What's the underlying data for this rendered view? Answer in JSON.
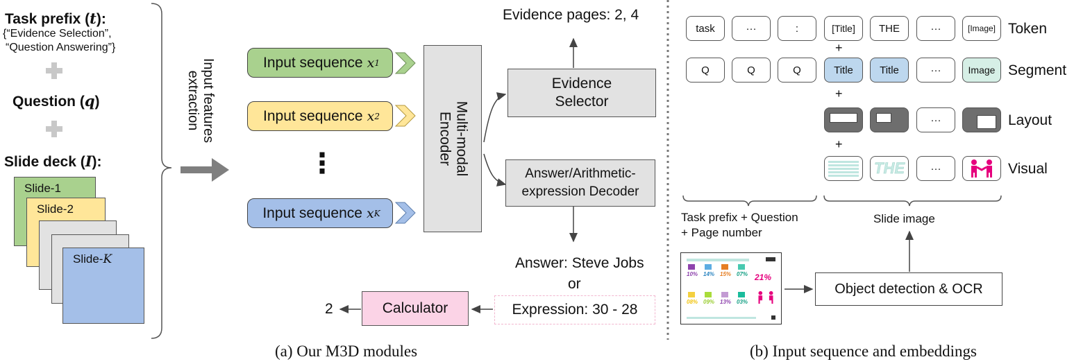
{
  "left": {
    "task_prefix_label": "Task prefix (",
    "task_prefix_var": "t",
    "task_prefix_values": "{“Evidence Selection”,",
    "task_prefix_values2": "“Question Answering”}",
    "question_label": "Question (",
    "question_var": "q",
    "slide_deck_label": "Slide deck (",
    "slide_deck_var": "I",
    "slides": [
      "Slide-1",
      "Slide-2",
      "Slide-",
      "K"
    ],
    "arrow_label_line1": "Input features",
    "arrow_label_line2": "extraction"
  },
  "modules": {
    "seq_label": "Input sequence",
    "seq_var": "x",
    "seq_subs": [
      "1",
      "2",
      "K"
    ],
    "ellipsis": "⋮",
    "encoder_line1": "Multi-modal",
    "encoder_line2": "Encoder",
    "evidence_selector_line1": "Evidence",
    "evidence_selector_line2": "Selector",
    "decoder_line1": "Answer/Arithmetic-",
    "decoder_line2": "expression Decoder",
    "evidence_pages": "Evidence pages: 2, 4",
    "answer": "Answer: Steve Jobs",
    "or": "or",
    "expression": "Expression: 30 - 28",
    "calculator": "Calculator",
    "calc_result": "2"
  },
  "embeddings": {
    "token_row": [
      "task",
      "···",
      ":",
      "[Title]",
      "THE",
      "···",
      "[Image]"
    ],
    "segment_row": [
      "Q",
      "Q",
      "Q",
      "Title",
      "Title",
      "···",
      "Image"
    ],
    "layout_ellipsis": "···",
    "visual_ellipsis": "···",
    "visual_the": "THE",
    "plus": "+",
    "row_labels": [
      "Token",
      "Segment",
      "Layout",
      "Visual"
    ],
    "group_left_line1": "Task prefix + Question",
    "group_left_line2": "+ Page number",
    "group_right": "Slide image",
    "ocr_box": "Object detection & OCR",
    "thumb_percents": [
      "10%",
      "14%",
      "15%",
      "07%",
      "21%",
      "08%",
      "09%",
      "13%",
      "03%"
    ]
  },
  "captions": {
    "a": "(a) Our M3D modules",
    "b": "(b) Input sequence and embeddings"
  },
  "colors": {
    "green": "#a9d18e",
    "yellow": "#ffe699",
    "blue": "#a4bfe8",
    "gray": "#e2e2e2",
    "pink": "#fbd3e6",
    "title_seg": "#bdd7ee",
    "image_seg": "#d6efe6",
    "arrow_gray": "#7f7f7f",
    "magenta": "#e6007e"
  }
}
